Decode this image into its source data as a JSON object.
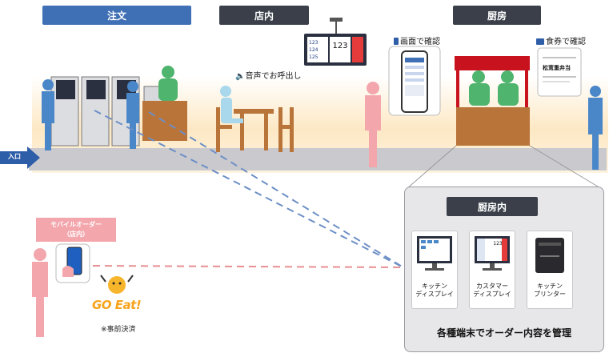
{
  "headers": {
    "order": "注文",
    "instore": "店内",
    "kitchen": "厨房",
    "kitchen_inner": "厨房内"
  },
  "labels": {
    "voice_call": "音声でお呼出し",
    "screen_confirm": "画面で確認",
    "ticket_confirm": "食券で確認",
    "entrance": "入口",
    "mobile_order_line1": "モバイルオーダー",
    "mobile_order_line2": "（店内）",
    "prepay": "※事前決済",
    "go_eat_logo": "GO Eat!",
    "manage": "各種端末でオーダー内容を管理"
  },
  "board": {
    "number": "123",
    "rows": [
      "123",
      "124",
      "125"
    ]
  },
  "ticket": {
    "title": "松茸重弁当"
  },
  "devices": [
    {
      "line1": "キッチン",
      "line2": "ディスプレイ"
    },
    {
      "line1": "カスタマー",
      "line2": "ディスプレイ"
    },
    {
      "line1": "キッチン",
      "line2": "プリンター"
    }
  ],
  "colors": {
    "header_blue": "#3f6fb4",
    "header_dark": "#3a3f49",
    "person_blue": "#4a87c9",
    "person_pink": "#f3a6ac",
    "person_green": "#4fb46d",
    "counter_wood": "#b9743a",
    "kitchen_red": "#c8131f",
    "dash_blue": "#6d8fc6",
    "dash_pink": "#e88f92"
  }
}
